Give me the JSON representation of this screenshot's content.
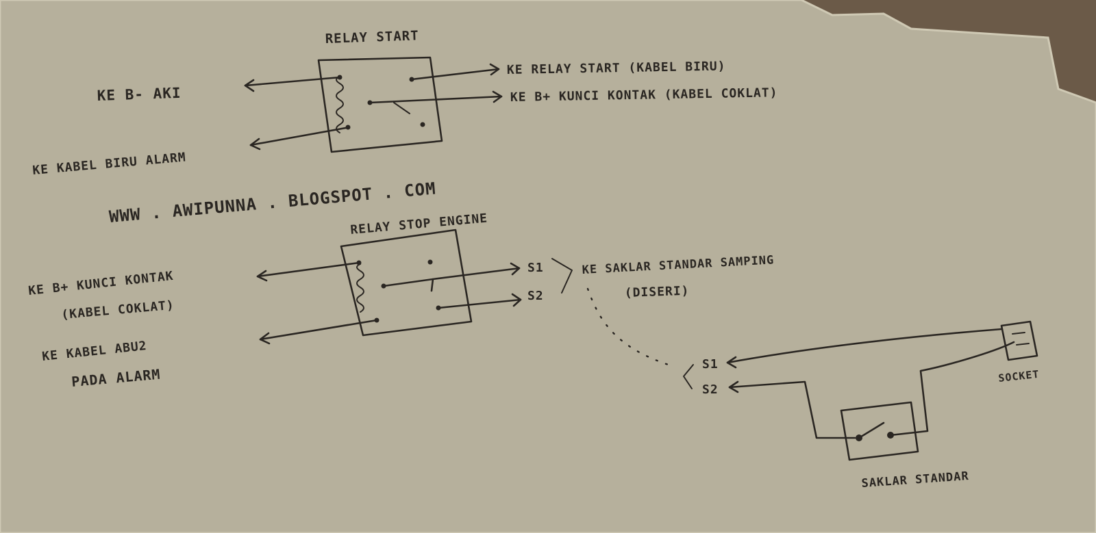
{
  "relay_start": {
    "title": "RELAY START",
    "left_top": "KE B- AKI",
    "left_bottom": "KE KABEL BIRU ALARM",
    "right_top": "KE RELAY START (KABEL BIRU)",
    "right_bottom": "KE B+ KUNCI KONTAK (KABEL COKLAT)"
  },
  "watermark": "WWW . AWIPUNNA . BLOGSPOT . COM",
  "relay_stop": {
    "title": "RELAY STOP ENGINE",
    "left_top_1": "KE B+ KUNCI KONTAK",
    "left_top_2": "(KABEL COKLAT)",
    "left_bottom_1": "KE KABEL ABU2",
    "left_bottom_2": "PADA ALARM",
    "s1": "S1",
    "s2": "S2",
    "right_1": "KE SAKLAR STANDAR SAMPING",
    "right_2": "(DISERI)"
  },
  "side_stand": {
    "s1": "S1",
    "s2": "S2",
    "socket": "SOCKET",
    "switch": "SAKLAR STANDAR"
  }
}
